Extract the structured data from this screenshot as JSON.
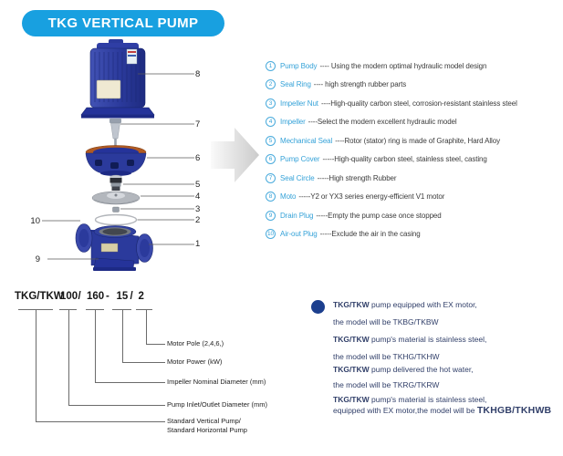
{
  "banner": {
    "title": "TKG VERTICAL PUMP"
  },
  "colors": {
    "banner_blue": "#18a0e0",
    "part_name_blue": "#35a2d8",
    "pump_blue": "#2b3a9c",
    "gasket_copper": "#b05a22",
    "note_navy": "#32406a",
    "bullet_navy": "#1c3f8e"
  },
  "diagram": {
    "right_callouts": [
      "8",
      "7",
      "6",
      "5",
      "4",
      "3",
      "2",
      "1"
    ],
    "left_callouts": [
      "10",
      "9"
    ]
  },
  "parts_list": {
    "items": [
      {
        "num": "1",
        "name": "Pump Body",
        "desc": "---- Using the modern optimal hydraulic model design"
      },
      {
        "num": "2",
        "name": "Seal Ring",
        "desc": "---- high strength rubber parts"
      },
      {
        "num": "3",
        "name": "Impeller Nut",
        "desc": "----High-quality carbon steel, corrosion-resistant stainless steel"
      },
      {
        "num": "4",
        "name": "Impeller",
        "desc": "----Select the modern excellent hydraulic model"
      },
      {
        "num": "5",
        "name": "Mechanical Seal",
        "desc": "----Rotor (stator) ring is made of Graphite, Hard Alloy"
      },
      {
        "num": "6",
        "name": "Pump Cover",
        "desc": "-----High-quality carbon steel, stainless steel, casting"
      },
      {
        "num": "7",
        "name": "Seal Circle",
        "desc": "-----High strength Rubber"
      },
      {
        "num": "8",
        "name": "Moto",
        "desc": "-----Y2 or YX3 series energy-efficient V1 motor"
      },
      {
        "num": "9",
        "name": "Drain Plug",
        "desc": "-----Empty the pump case once stopped"
      },
      {
        "num": "10",
        "name": "Air-out Plug",
        "desc": "-----Exclude the air in the casing"
      }
    ]
  },
  "model_code": {
    "series": "TKG/TKW",
    "inlet": "100",
    "sep1": "/",
    "impeller": "160",
    "sep2": "-",
    "power": "15",
    "sep3": "/",
    "pole": "2",
    "labels": {
      "pole": "Motor Pole (2,4,6,)",
      "power": "Motor Power (kW)",
      "impeller": "Impeller Nominal Diameter (mm)",
      "inlet": "Pump Inlet/Outlet Diameter (mm)",
      "series_line1": "Standard Vertical Pump/",
      "series_line2": "Standard Horizontal Pump"
    }
  },
  "notes": {
    "lines": [
      {
        "bold": "TKG/TKW",
        "text": " pump equipped with EX motor,",
        "model": ""
      },
      {
        "bold": "",
        "text": "the model will be TKBG/TKBW",
        "model": ""
      },
      {
        "bold": "TKG/TKW",
        "text": " pump's material is stainless steel,",
        "model": ""
      },
      {
        "bold": "",
        "text": "the model will be TKHG/TKHW",
        "model": ""
      },
      {
        "bold": "TKG/TKW",
        "text": " pump delivered the hot water,",
        "model": ""
      },
      {
        "bold": "",
        "text": "the model will be TKRG/TKRW",
        "model": ""
      },
      {
        "bold": "TKG/TKW",
        "text": " pump's material is stainless steel,",
        "model": ""
      },
      {
        "bold": "",
        "text": "equipped with EX motor,the model will be ",
        "model": "TKHGB/TKHWB"
      }
    ]
  }
}
